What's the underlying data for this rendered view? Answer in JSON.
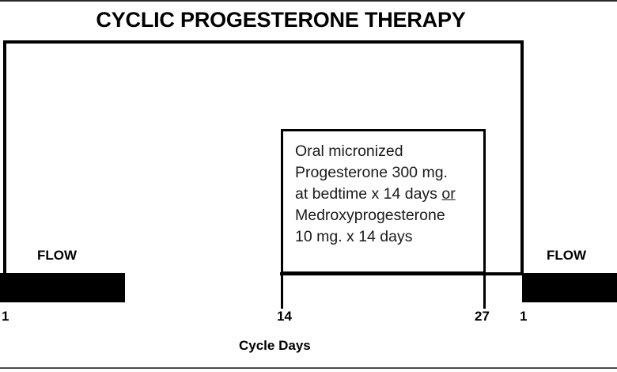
{
  "diagram": {
    "title": "CYCLIC PROGESTERONE THERAPY",
    "axis_caption": "Cycle Days",
    "colors": {
      "line": "#000000",
      "flow_bar": "#000000",
      "text": "#000000",
      "background": "#ffffff"
    },
    "treatment_box": {
      "lines": [
        "Oral micronized",
        "Progesterone 300 mg.",
        "at bedtime x 14 days ",
        "Medroxyprogesterone",
        "10 mg. x 14 days"
      ],
      "emphasis_word": "or",
      "emphasis_style": "underline",
      "starts_on_day": 14,
      "ends_on_day": 27,
      "duration_days": 14
    },
    "flow_phases": [
      {
        "label": "FLOW",
        "position": "left",
        "start_day": 1
      },
      {
        "label": "FLOW",
        "position": "right",
        "start_day": 1
      }
    ],
    "day_markers": [
      {
        "value": "1",
        "position": "left-start"
      },
      {
        "value": "14",
        "position": "treatment-start"
      },
      {
        "value": "27",
        "position": "treatment-end"
      },
      {
        "value": "1",
        "position": "next-cycle-start"
      }
    ]
  }
}
